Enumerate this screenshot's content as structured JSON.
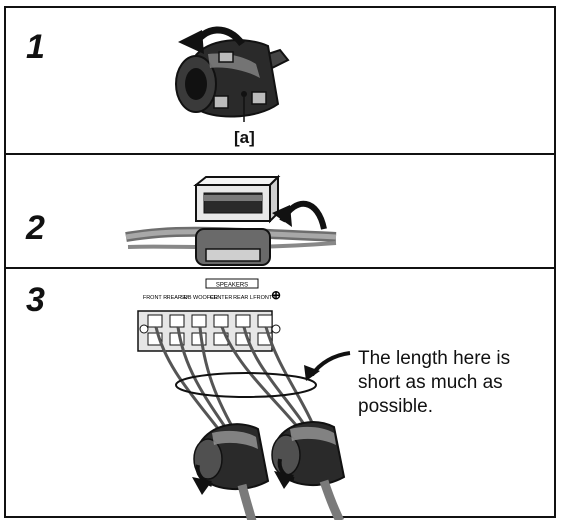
{
  "steps": [
    {
      "number": "1",
      "label": "[a]"
    },
    {
      "number": "2"
    },
    {
      "number": "3",
      "note": "The length here is short as much as possible."
    }
  ],
  "panel": {
    "header": "SPEAKERS",
    "terminals": [
      "FRONT R",
      "REAR R",
      "SUB WOOFER",
      "CENTER",
      "REAR L",
      "FRONT L"
    ]
  },
  "colors": {
    "line": "#111111",
    "ferrite": "#2a2a2a",
    "cable": "#8a8a8a",
    "panel": "#e6e6e6"
  }
}
